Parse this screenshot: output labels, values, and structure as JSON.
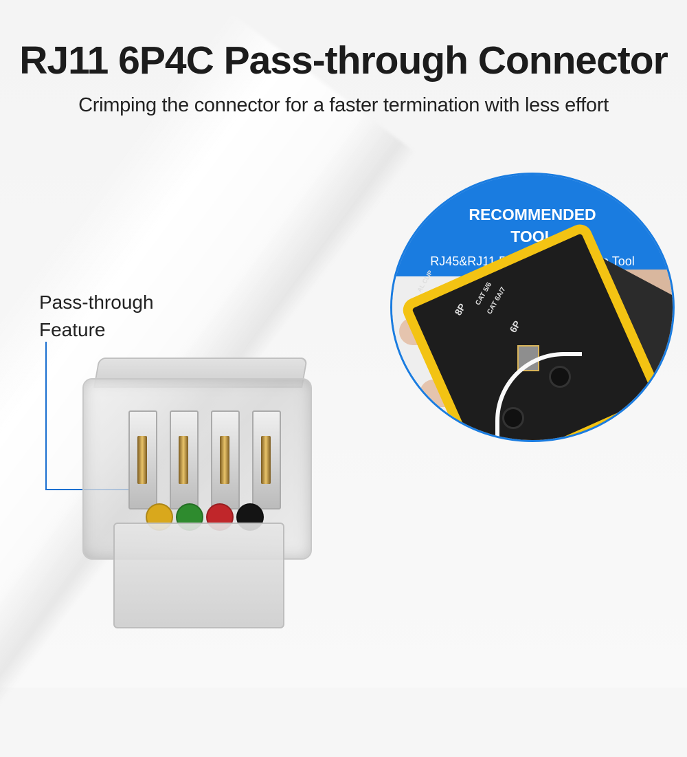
{
  "header": {
    "title": "RJ11 6P4C Pass-through Connector",
    "subtitle": "Crimping the connector for a faster termination with less effort"
  },
  "callout": {
    "title_line1": "RECOMMENDED",
    "title_line2": "TOOL",
    "subtitle": "RJ45&RJ11 Pass-through Crimp Tool",
    "accent_color": "#1a7ce0",
    "tool_labels": {
      "clip": "AL CLIP",
      "port_8p": "8P",
      "port_6p": "6P",
      "cat_56": "CAT 5/6",
      "cat_6a7": "CAT 6A/7"
    }
  },
  "feature": {
    "label_line1": "Pass-through",
    "label_line2": "Feature",
    "line_color": "#1a6fd0"
  },
  "connector": {
    "wire_colors": [
      "#d9a81c",
      "#2e8b2e",
      "#c0262a",
      "#141414"
    ]
  }
}
